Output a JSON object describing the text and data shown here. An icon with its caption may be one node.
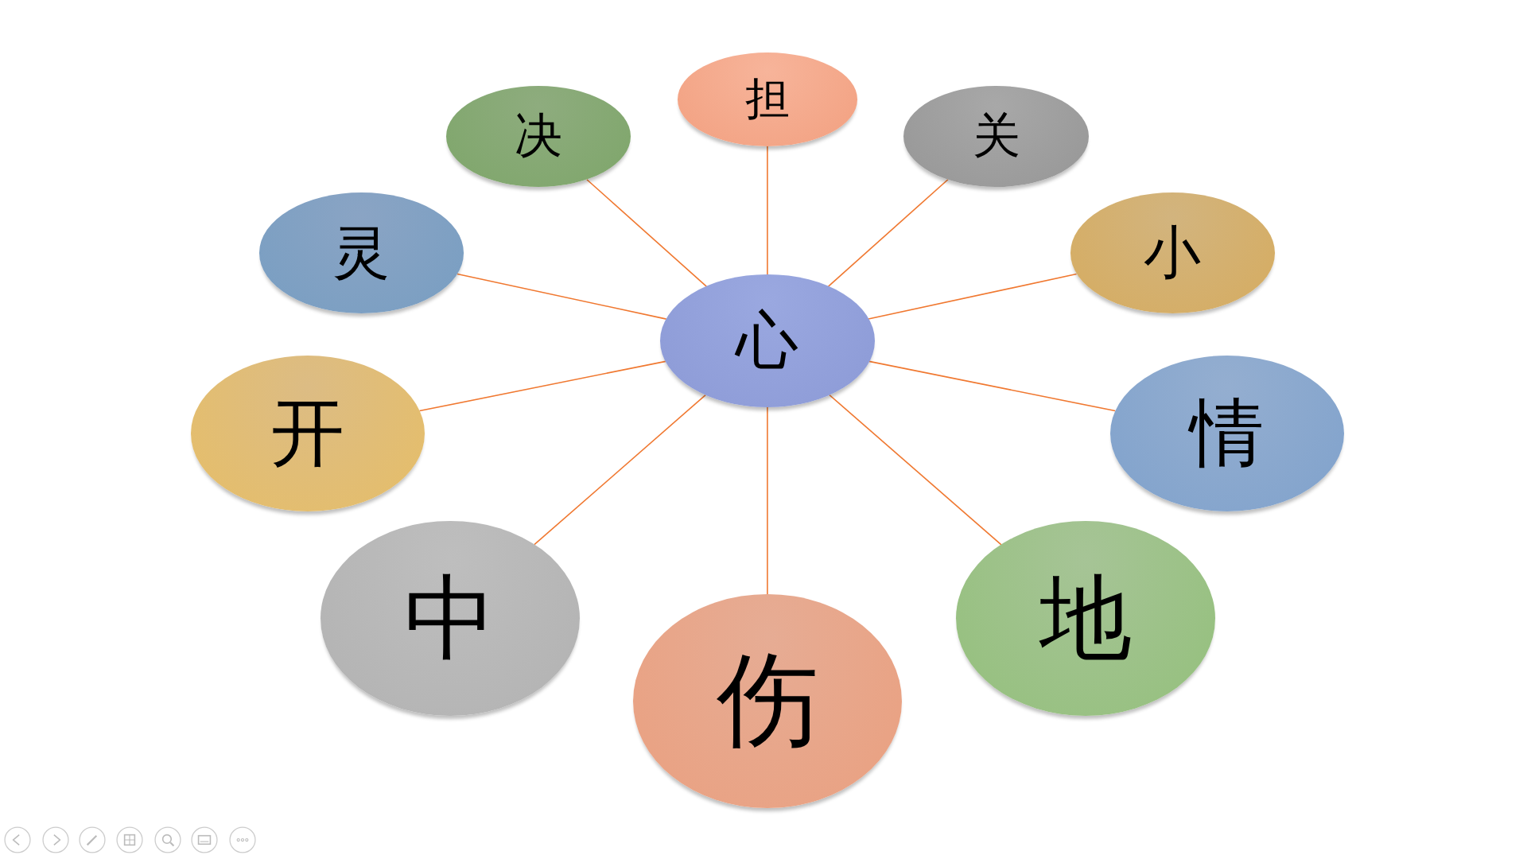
{
  "diagram": {
    "nodes": [
      {
        "text": [
          "心"
        ]
      },
      {
        "text": [
          "担"
        ]
      },
      {
        "text": [
          "关"
        ]
      },
      {
        "text": [
          "小"
        ]
      },
      {
        "text": [
          "情"
        ]
      },
      {
        "text": [
          "地"
        ]
      },
      {
        "text": [
          "伤"
        ]
      },
      {
        "text": [
          "中"
        ]
      },
      {
        "text": [
          "开"
        ]
      },
      {
        "text": [
          "灵"
        ]
      },
      {
        "text": [
          "决"
        ]
      }
    ],
    "edges": [
      {
        "from": 0,
        "to": 1,
        "arrow": "none"
      },
      {
        "from": 0,
        "to": 2,
        "arrow": "none"
      },
      {
        "from": 0,
        "to": 3,
        "arrow": "none"
      },
      {
        "from": 0,
        "to": 4,
        "arrow": "none"
      },
      {
        "from": 0,
        "to": 5,
        "arrow": "none"
      },
      {
        "from": 0,
        "to": 6,
        "arrow": "none"
      },
      {
        "from": 0,
        "to": 7,
        "arrow": "none"
      },
      {
        "from": 0,
        "to": 8,
        "arrow": "none"
      },
      {
        "from": 0,
        "to": 9,
        "arrow": "none"
      },
      {
        "from": 0,
        "to": 10,
        "arrow": "none"
      }
    ]
  }
}
